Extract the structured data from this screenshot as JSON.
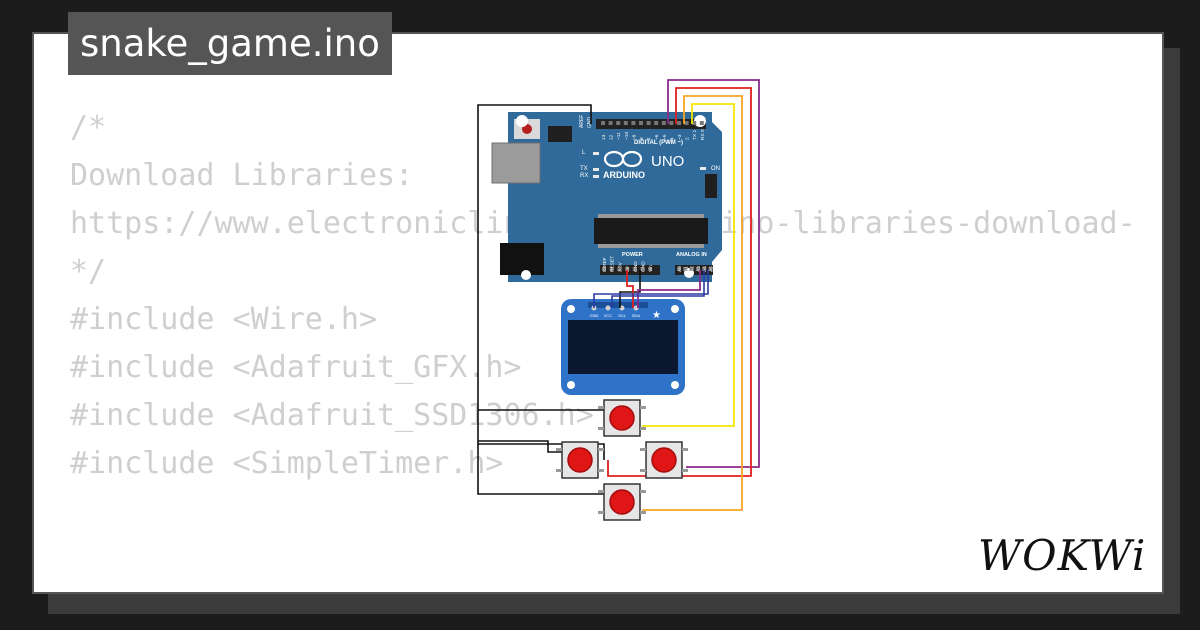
{
  "window": {
    "filename": "snake_game.ino"
  },
  "code_lines": [
    "/*",
    "Download Libraries:",
    "https://www.electroniclinic.com/arduino-libraries-download-and-projec",
    "*/",
    "",
    "#include <Wire.h>",
    "#include <Adafruit_GFX.h>",
    "#include <Adafruit_SSD1306.h>",
    "#include <SimpleTimer.h>"
  ],
  "board": {
    "brand_text": "UNO",
    "arduino_text": "ARDUINO",
    "digital_label": "DIGITAL (PWM ~)",
    "power_label": "POWER",
    "analog_label": "ANALOG IN",
    "on_label": "ON",
    "l_label": "L",
    "tx_label": "TX",
    "rx_label": "RX",
    "aref_label": "AREF",
    "gnd_label": "GND",
    "digital_pins": [
      "13",
      "12",
      "~11",
      "~10",
      "~9",
      "8",
      "7",
      "~6",
      "~5",
      "4",
      "~3",
      "2",
      "TX 1",
      "RX 0"
    ],
    "power_pins": [
      "IOREF",
      "RESET",
      "3.3V",
      "5V",
      "GND",
      "GND",
      "Vin"
    ],
    "analog_pins": [
      "A0",
      "A1",
      "A2",
      "A3",
      "A4",
      "A5"
    ]
  },
  "oled": {
    "pin_labels": [
      "GND",
      "VCC",
      "SCL",
      "SDA"
    ]
  },
  "logo": {
    "text": "WOKWi"
  },
  "colors": {
    "board": "#2f6a9a",
    "oled_board": "#2f73c8",
    "button_cap": "#e01616",
    "wire_purple": "#8b2a8b",
    "wire_red": "#e01e1e",
    "wire_orange": "#f5a623",
    "wire_yellow": "#f2e600",
    "wire_black": "#111111",
    "wire_blue": "#2b3aa6",
    "code_text": "#cfcfcf",
    "filename_bg": "#555555"
  }
}
